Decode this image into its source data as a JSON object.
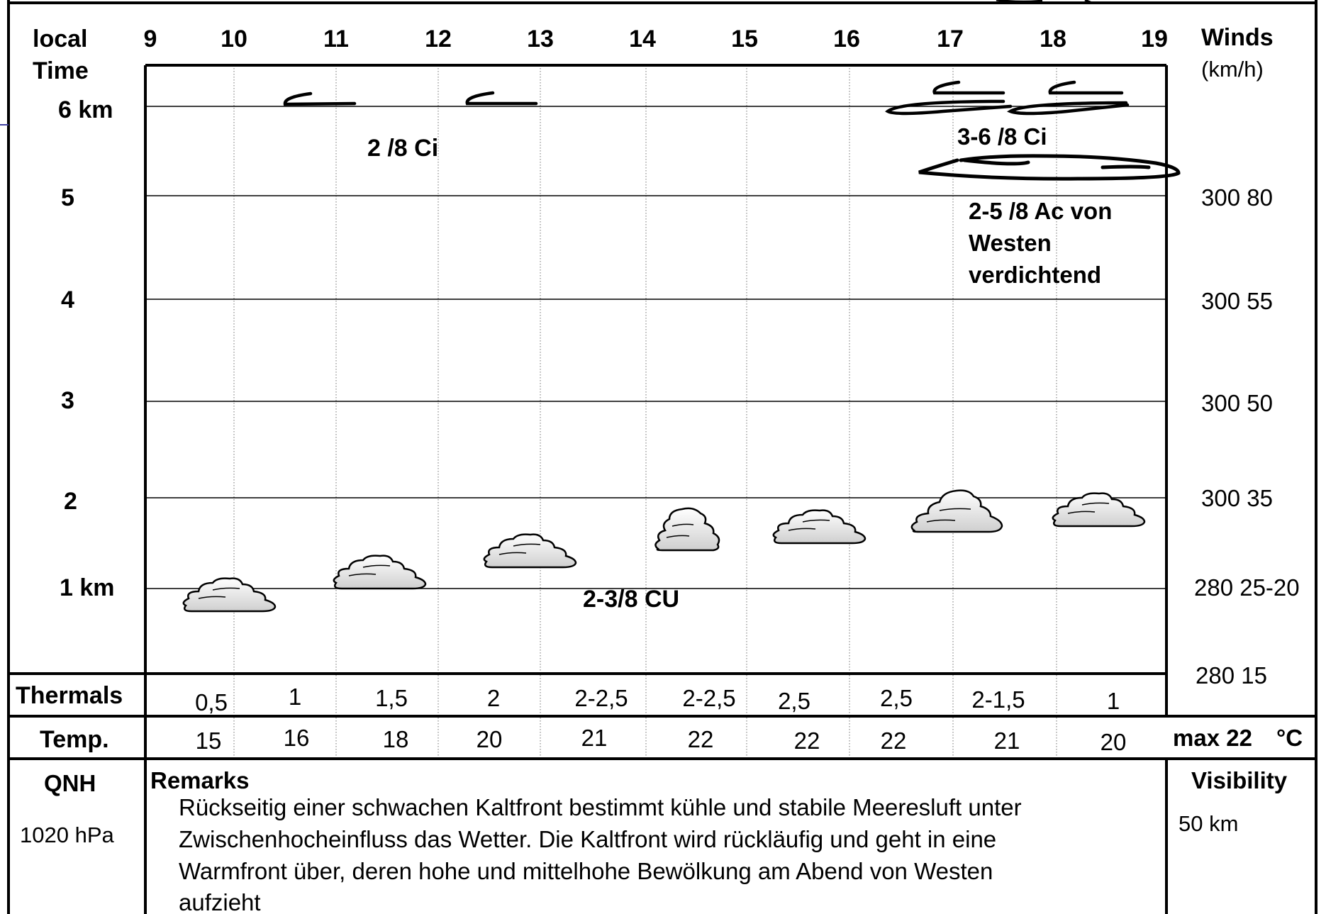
{
  "header": {
    "local_time_line1": "local",
    "local_time_line2": "Time",
    "hours": [
      "9",
      "10",
      "11",
      "12",
      "13",
      "14",
      "15",
      "16",
      "17",
      "18",
      "19"
    ],
    "winds_title": "Winds",
    "winds_unit": "(km/h)"
  },
  "altitudes": {
    "km6": "6 km",
    "km5": "5",
    "km4": "4",
    "km3": "3",
    "km2": "2",
    "km1": "1 km"
  },
  "winds": [
    "300 80",
    "300 55",
    "300 50",
    "300 35",
    "280 25-20",
    "280 15"
  ],
  "cloud_labels": {
    "ci_left": "2 /8 Ci",
    "ci_right": "3-6 /8 Ci",
    "ac_line1": "2-5 /8 Ac von",
    "ac_line2": "Westen",
    "ac_line3": "verdichtend",
    "cu": "2-3/8 CU"
  },
  "thermals": {
    "label": "Thermals",
    "values": [
      "0,5",
      "1",
      "1,5",
      "2",
      "2-2,5",
      "2-2,5",
      "2,5",
      "2,5",
      "2-1,5",
      "1"
    ]
  },
  "temp": {
    "label": "Temp.",
    "values": [
      "15",
      "16",
      "18",
      "20",
      "21",
      "22",
      "22",
      "22",
      "21",
      "20"
    ],
    "max_label": "max 22",
    "unit": "°C"
  },
  "qnh": {
    "label": "QNH",
    "value": "1020 hPa"
  },
  "remarks": {
    "title": "Remarks",
    "line1": "Rückseitig einer schwachen Kaltfront bestimmt kühle und stabile Meeresluft unter",
    "line2": "Zwischenhocheinfluss das Wetter. Die Kaltfront wird rückläufig und geht in eine",
    "line3": "Warmfront über, deren hohe und mittelhohe Bewölkung am Abend von Westen",
    "line4": "aufzieht"
  },
  "visibility": {
    "label": "Visibility",
    "value": "50 km"
  }
}
